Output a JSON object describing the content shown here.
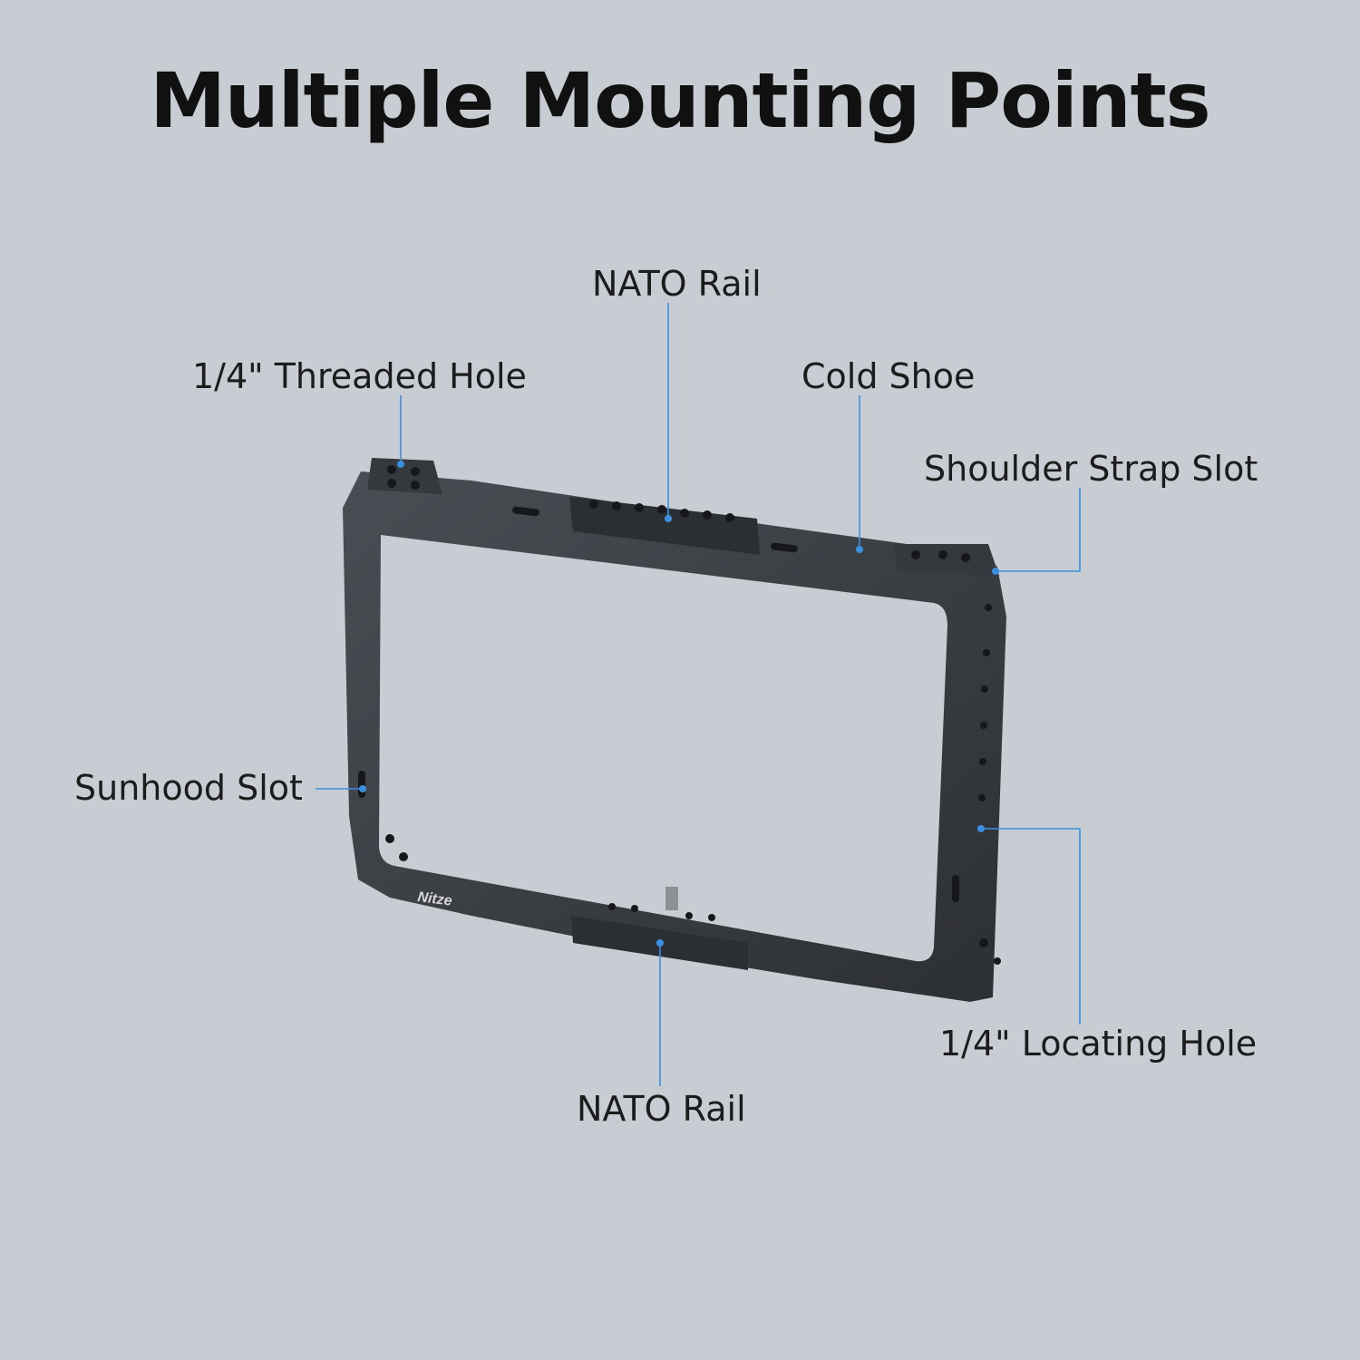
{
  "title": "Multiple Mounting Points",
  "brand": "Nitze",
  "labels": {
    "nato_rail_top": "NATO Rail",
    "threaded_hole": "1/4\" Threaded Hole",
    "cold_shoe": "Cold Shoe",
    "shoulder_strap_slot": "Shoulder Strap Slot",
    "sunhood_slot": "Sunhood Slot",
    "locating_hole": "1/4\" Locating Hole",
    "nato_rail_bottom": "NATO Rail"
  },
  "colors": {
    "background": "#c8ccd3",
    "frame": "#3a3d42",
    "leader": "#3b8fe0"
  }
}
